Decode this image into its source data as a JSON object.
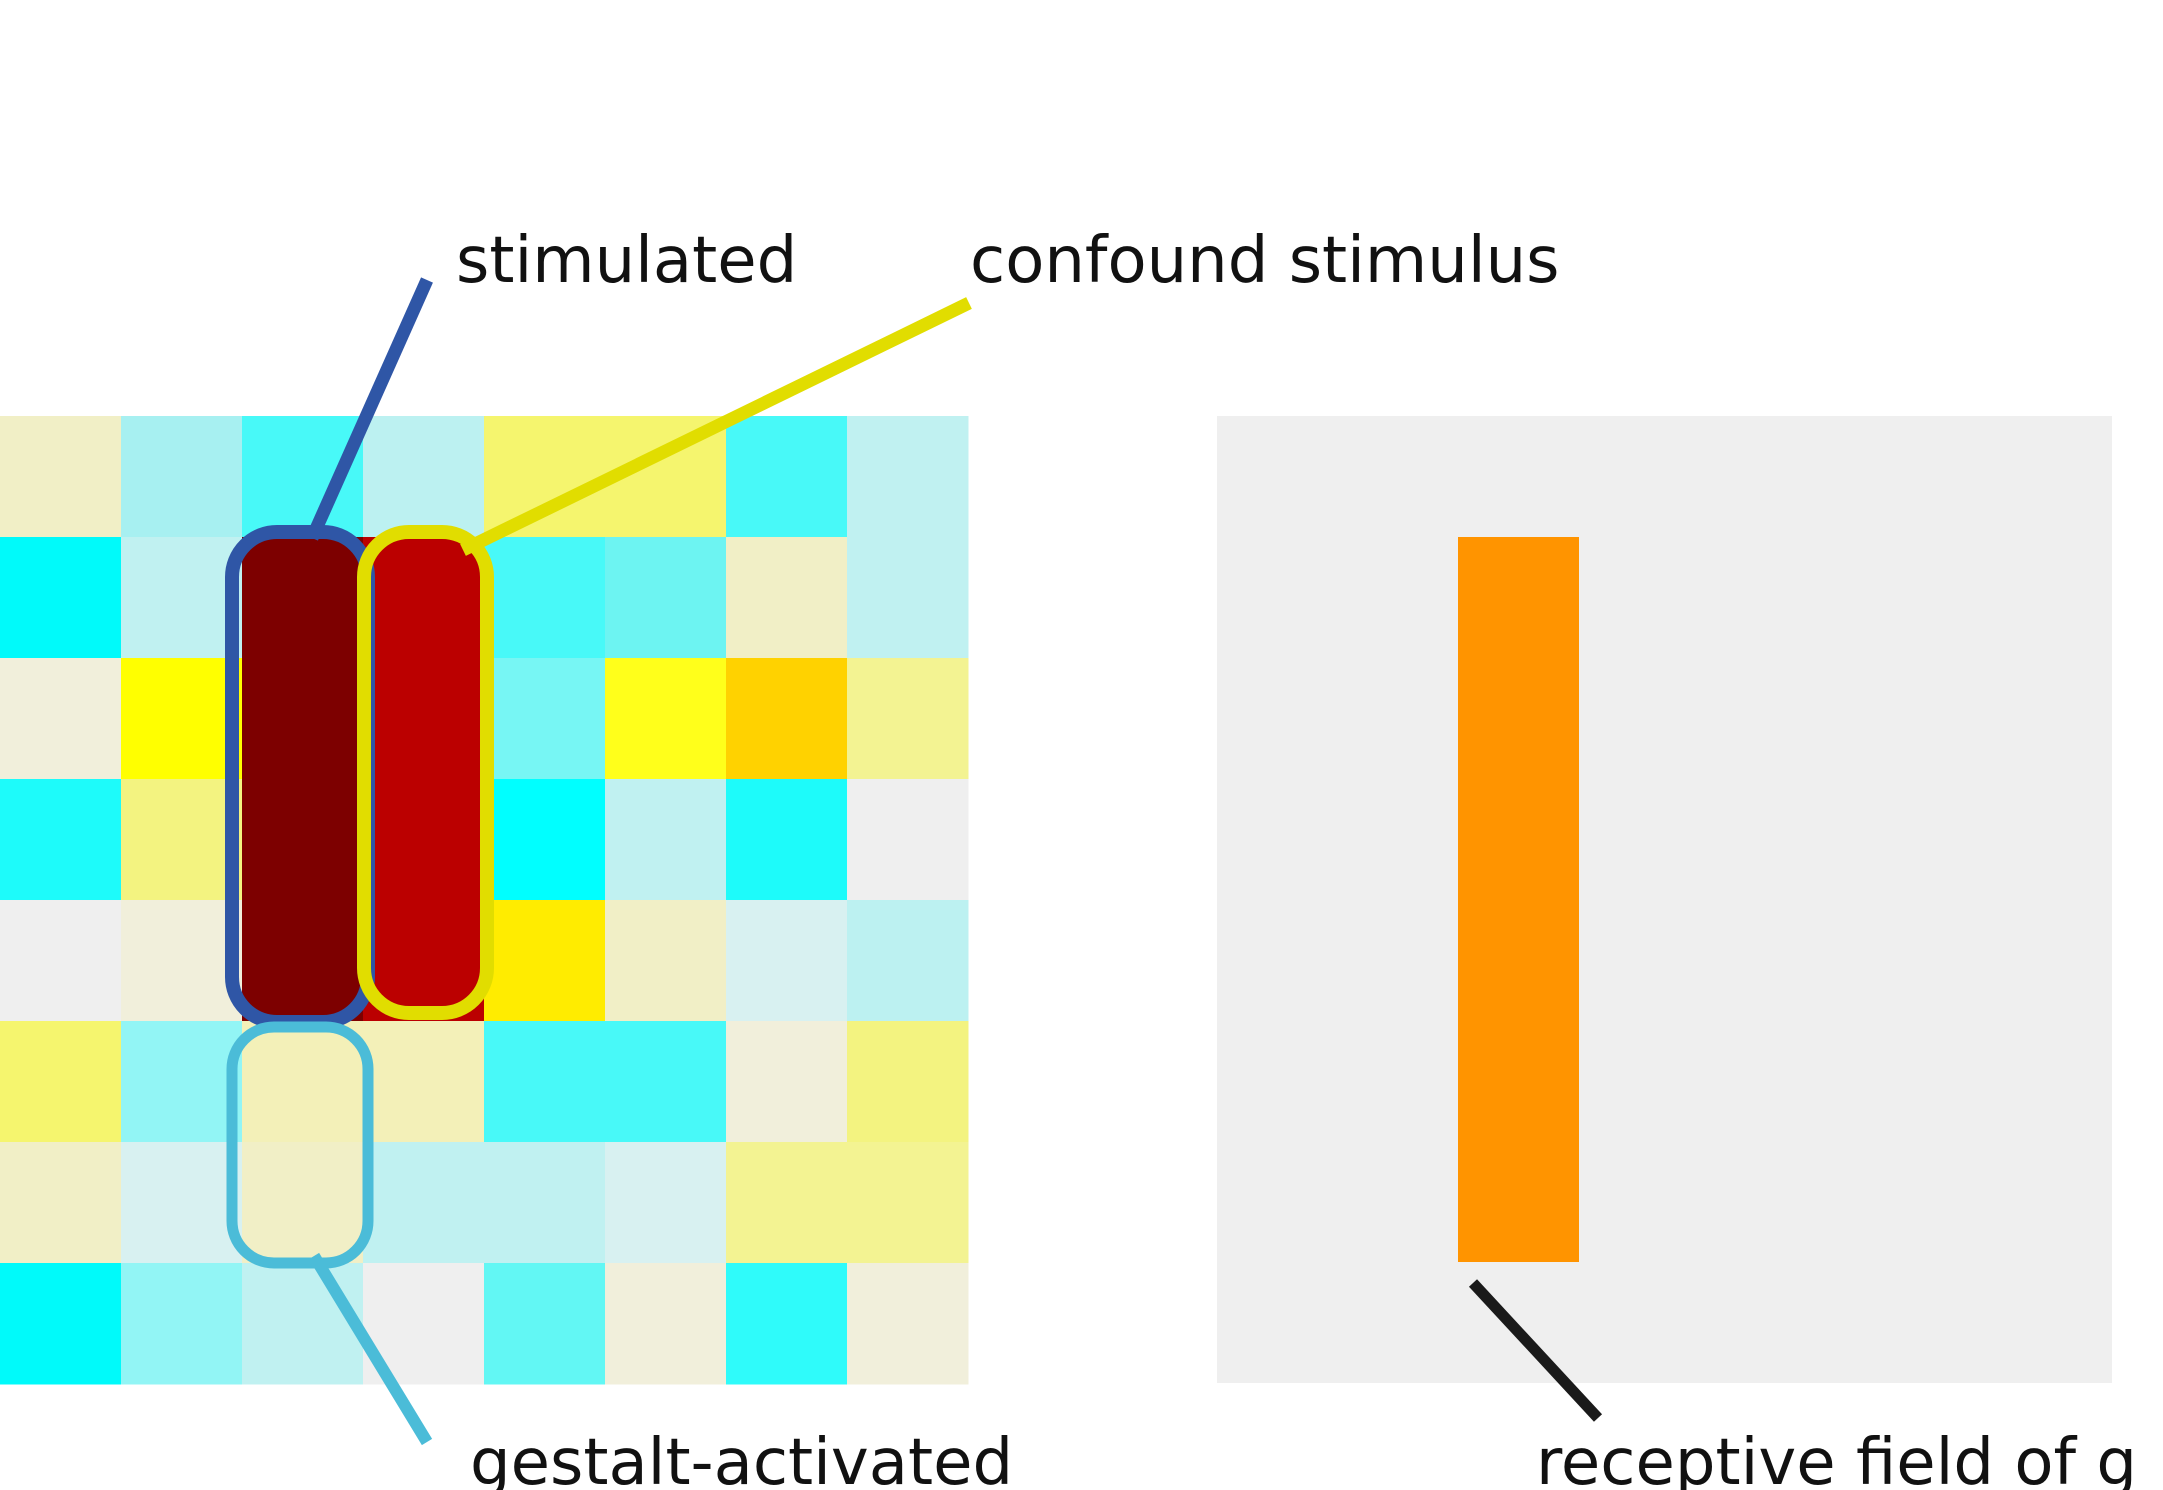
{
  "labels": {
    "stimulated": "stimulated",
    "confound": "confound stimulus",
    "gestalt": "gestalt-activated",
    "receptive": "receptive field of g"
  },
  "colors": {
    "stimulated_outline": "#2f56a6",
    "stimulated_fill": "#7d0000",
    "confound_outline": "#e1dd00",
    "confound_fill": "#bb0000",
    "gestalt_outline": "#4bbcd8",
    "receptive_bar": "#ff9400",
    "receptive_bg": "#efefef",
    "pointer_dark": "#1a1a1a"
  },
  "heatmap_grid": [
    [
      "#f1efc6",
      "#a7f0f1",
      "#48f9f8",
      "#bcf1f1",
      "#f5f56e",
      "#f5f56e",
      "#48f9f8",
      "#c0f1f1"
    ],
    [
      "#00fafa",
      "#c0f1f1",
      "#7d0000",
      "#bb0000",
      "#48f9f8",
      "#6df4f2",
      "#f1efc6",
      "#c0f1f1"
    ],
    [
      "#f1efdb",
      "#ffff00",
      "#7d0000",
      "#bb0000",
      "#77f6f4",
      "#ffff1b",
      "#ffd200",
      "#f3f392"
    ],
    [
      "#1dfbfa",
      "#f3f380",
      "#7d0000",
      "#bb0000",
      "#00ffff",
      "#c0f1f1",
      "#1dfbfa",
      "#efefef"
    ],
    [
      "#efefef",
      "#f1efdb",
      "#7d0000",
      "#bb0000",
      "#ffec00",
      "#f1efc6",
      "#d8f1f1",
      "#bcf1f1"
    ],
    [
      "#f5f56e",
      "#92f5f5",
      "#f3f0b8",
      "#f3f0b8",
      "#48f9f8",
      "#48f9f8",
      "#f1efdb",
      "#f3f380"
    ],
    [
      "#f1efc6",
      "#d8f1f1",
      "#f1efc6",
      "#c0f1f1",
      "#c0f1f1",
      "#d8f1f1",
      "#f3f392",
      "#f3f392"
    ],
    [
      "#00fafa",
      "#92f5f5",
      "#c0f1f1",
      "#efefef",
      "#62f7f4",
      "#f1efdb",
      "#2ffbfa",
      "#f1efdb"
    ]
  ]
}
